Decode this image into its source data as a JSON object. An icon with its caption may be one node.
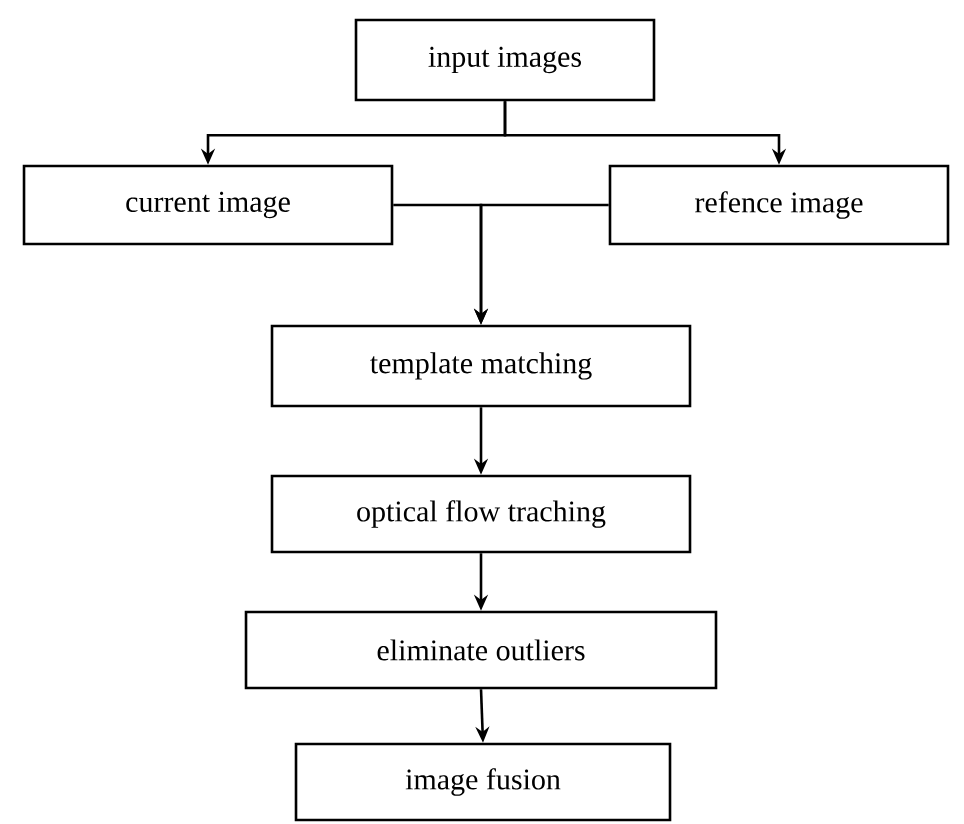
{
  "diagram": {
    "nodes": [
      {
        "text": [
          "input images"
        ]
      },
      {
        "text": [
          "current image"
        ]
      },
      {
        "text": [
          "refence image"
        ]
      },
      {
        "text": [
          "template matching"
        ]
      },
      {
        "text": [
          "optical flow traching"
        ]
      },
      {
        "text": [
          "eliminate outliers"
        ]
      },
      {
        "text": [
          "image fusion"
        ]
      }
    ],
    "edges": [
      {
        "from": 0,
        "to": 1,
        "arrow": "to"
      },
      {
        "from": 0,
        "to": 2,
        "arrow": "to"
      },
      {
        "from": 1,
        "to": 3,
        "arrow": "to"
      },
      {
        "from": 2,
        "to": 3,
        "arrow": "to"
      },
      {
        "from": 3,
        "to": 4,
        "arrow": "to"
      },
      {
        "from": 4,
        "to": 5,
        "arrow": "to"
      },
      {
        "from": 5,
        "to": 6,
        "arrow": "to"
      }
    ]
  }
}
